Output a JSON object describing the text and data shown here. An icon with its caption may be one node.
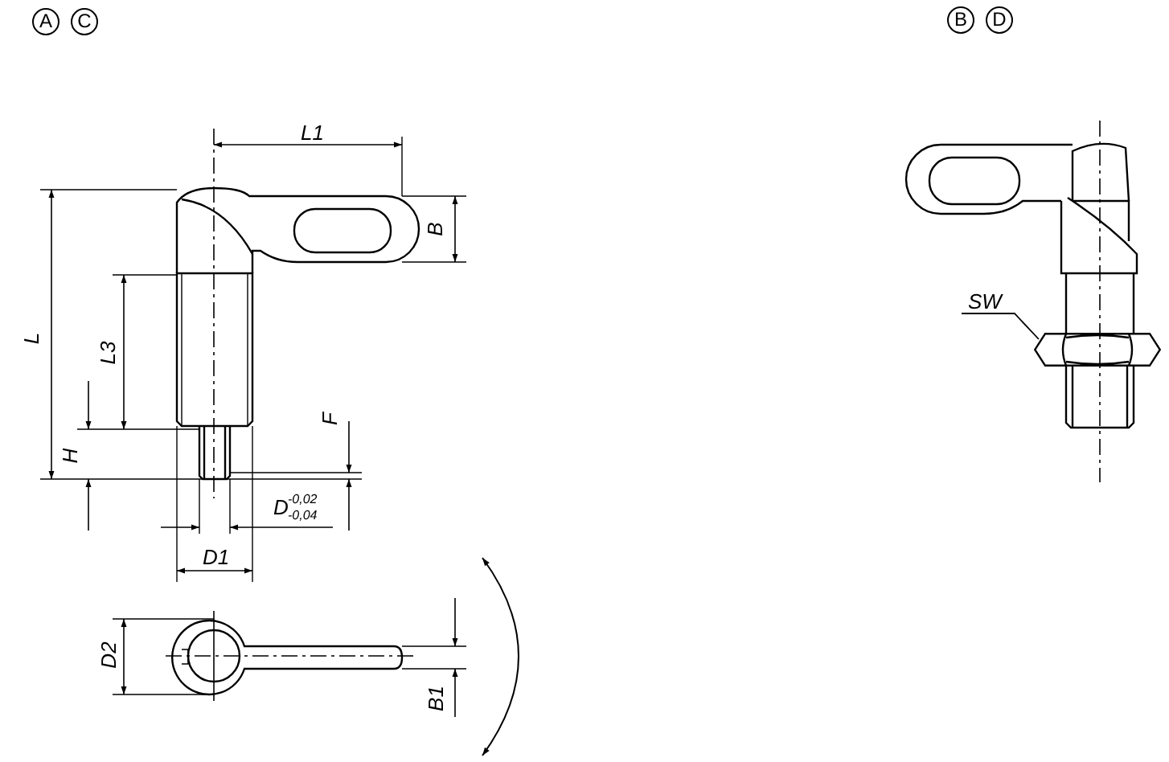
{
  "diagram": {
    "nodes": [
      {
        "text": [
          "SW"
        ]
      },
      {
        "text": [],
        "shape": "picture"
      }
    ],
    "edges": [
      {
        "from": 0,
        "to": 1,
        "arrow": "none"
      }
    ],
    "labels": [
      "A",
      "C",
      "B",
      "D",
      "L1",
      "B",
      "L",
      "L3",
      "F",
      "H",
      "D",
      "-0,02",
      "-0,04",
      "D1",
      "D2",
      "B1"
    ]
  }
}
